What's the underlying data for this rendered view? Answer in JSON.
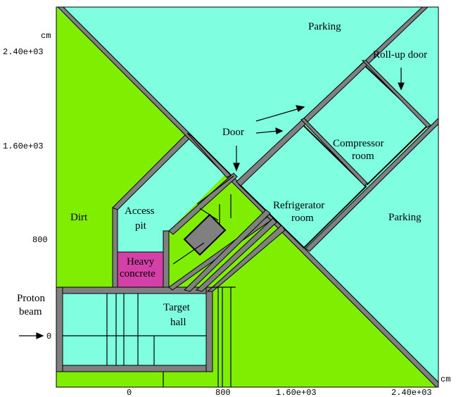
{
  "diagram": {
    "axis_unit": "cm",
    "x_ticks": [
      "0",
      "800",
      "1.60e+03",
      "2.40e+03"
    ],
    "y_ticks": [
      "2.40e+03",
      "1.60e+03",
      "800",
      "0"
    ],
    "region_labels": {
      "parking_top": "Parking",
      "roll_up_door": "Roll-up door",
      "door": "Door",
      "compressor_line1": "Compressor",
      "compressor_line2": "room",
      "refrigerator_line1": "Refrigerator",
      "refrigerator_line2": "room",
      "parking_right": "Parking",
      "dirt": "Dirt",
      "access_line1": "Access",
      "access_line2": "pit",
      "heavy_line1": "Heavy",
      "heavy_line2": "concrete",
      "target_line1": "Target",
      "target_line2": "hall",
      "proton_line1": "Proton",
      "proton_line2": "beam"
    },
    "colors": {
      "dirt": "#80ee00",
      "room": "#80ffe0",
      "wall": "#808080",
      "heavy_concrete": "#d43fa8",
      "outline": "#000000"
    }
  }
}
